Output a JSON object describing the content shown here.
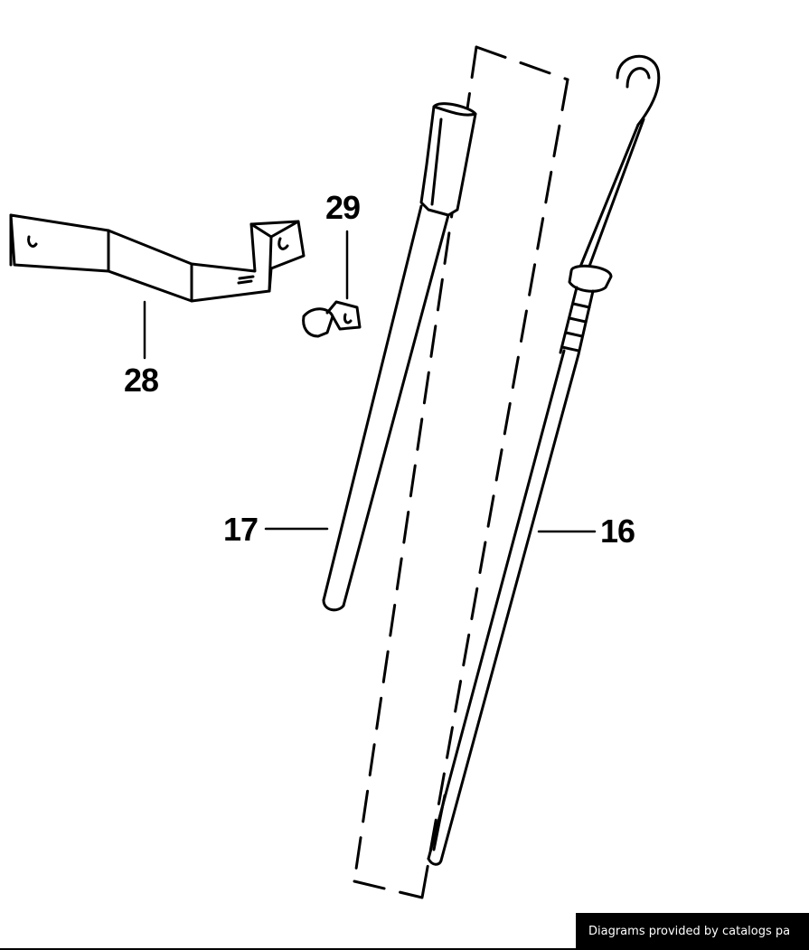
{
  "callouts": {
    "bracket": "28",
    "clip": "29",
    "tube": "17",
    "dipstick": "16"
  },
  "footer": {
    "credit": "Diagrams provided by catalogs pa"
  },
  "colors": {
    "ink": "#000000",
    "paper": "#ffffff"
  }
}
